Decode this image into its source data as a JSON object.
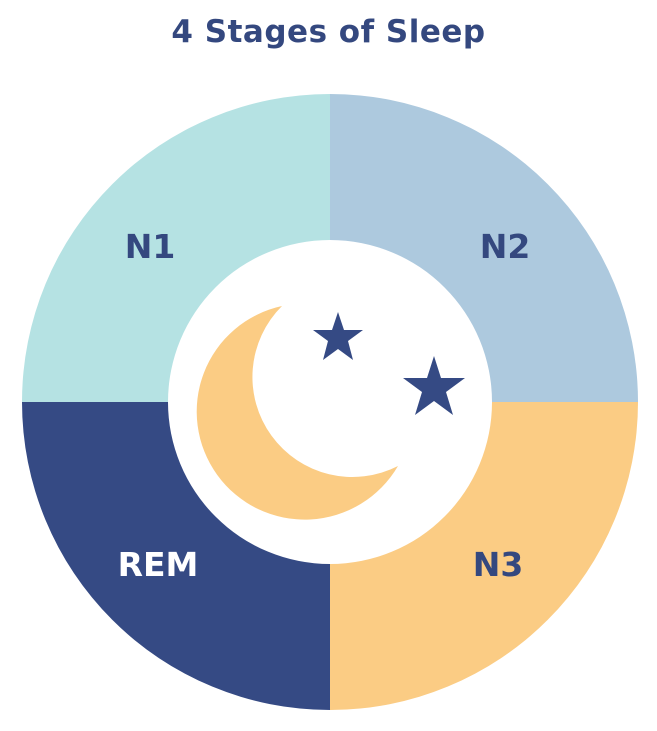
{
  "title": "4 Stages of Sleep",
  "stages": [
    {
      "id": "n1",
      "label": "N1",
      "color": "#b5e2e3",
      "text_color": "#34487f"
    },
    {
      "id": "n2",
      "label": "N2",
      "color": "#adc9de",
      "text_color": "#34487f"
    },
    {
      "id": "n3",
      "label": "N3",
      "color": "#fbcc84",
      "text_color": "#34487f"
    },
    {
      "id": "rem",
      "label": "REM",
      "color": "#354a84",
      "text_color": "#ffffff"
    }
  ],
  "center": {
    "moon_icon": "crescent-moon-icon",
    "moon_color": "#fbcc84",
    "star_icon": "star-icon",
    "star_color": "#354a84"
  }
}
